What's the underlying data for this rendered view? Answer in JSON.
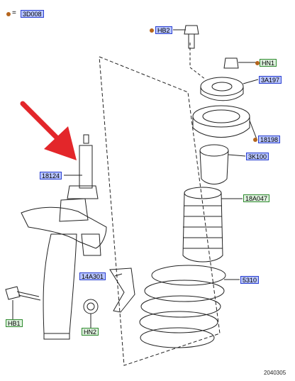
{
  "legend": {
    "marker_color": "#b5651d",
    "code": "3D008",
    "equals": "="
  },
  "drawing_number": "2040305",
  "colors": {
    "blue_tag_fill": "#b9c6ff",
    "blue_tag_border": "#2a3fd0",
    "green_tag_fill": "#dff3df",
    "green_tag_border": "#2f8a2f",
    "arrow": "#e3262a",
    "line": "#222222"
  },
  "callouts": [
    {
      "id": "HB2",
      "style": "blue",
      "marker": true
    },
    {
      "id": "HN1",
      "style": "green",
      "marker": true
    },
    {
      "id": "3A197",
      "style": "blue",
      "marker": false
    },
    {
      "id": "18198",
      "style": "blue",
      "marker": true
    },
    {
      "id": "3K100",
      "style": "blue",
      "marker": false
    },
    {
      "id": "18A047",
      "style": "green",
      "marker": false
    },
    {
      "id": "18124",
      "style": "blue",
      "marker": false
    },
    {
      "id": "14A301",
      "style": "blue",
      "marker": false
    },
    {
      "id": "5310",
      "style": "blue",
      "marker": false
    },
    {
      "id": "HB1",
      "style": "green",
      "marker": false
    },
    {
      "id": "HN2",
      "style": "green",
      "marker": false
    }
  ]
}
